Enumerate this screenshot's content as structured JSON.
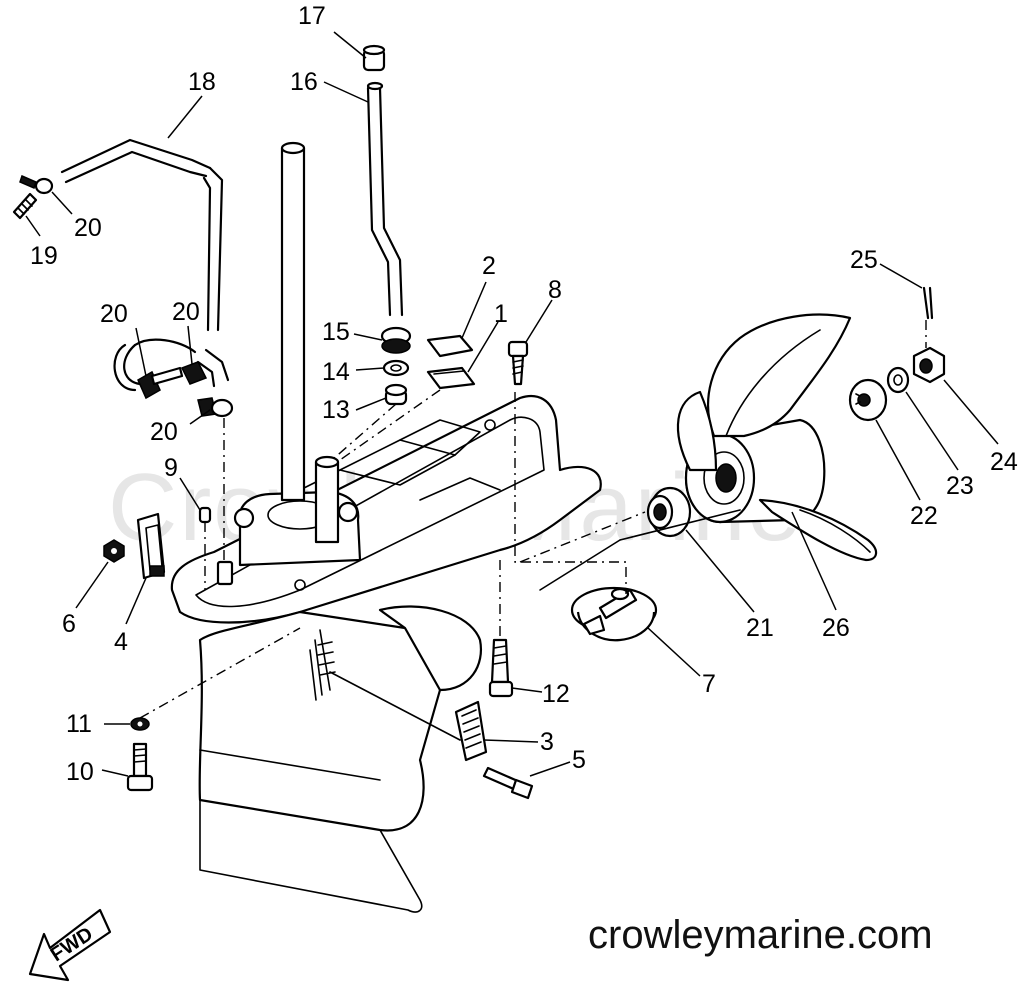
{
  "watermark": "Crowley Marine",
  "website": "crowleymarine.com",
  "direction_label": "FWD",
  "callouts": [
    {
      "id": "c17",
      "text": "17"
    },
    {
      "id": "c16",
      "text": "16"
    },
    {
      "id": "c18",
      "text": "18"
    },
    {
      "id": "c20a",
      "text": "20"
    },
    {
      "id": "c19",
      "text": "19"
    },
    {
      "id": "c2",
      "text": "2"
    },
    {
      "id": "c1",
      "text": "1"
    },
    {
      "id": "c8",
      "text": "8"
    },
    {
      "id": "c25",
      "text": "25"
    },
    {
      "id": "c20b",
      "text": "20"
    },
    {
      "id": "c20c",
      "text": "20"
    },
    {
      "id": "c15",
      "text": "15"
    },
    {
      "id": "c14",
      "text": "14"
    },
    {
      "id": "c13",
      "text": "13"
    },
    {
      "id": "c20d",
      "text": "20"
    },
    {
      "id": "c24",
      "text": "24"
    },
    {
      "id": "c9",
      "text": "9"
    },
    {
      "id": "c23",
      "text": "23"
    },
    {
      "id": "c22",
      "text": "22"
    },
    {
      "id": "c6",
      "text": "6"
    },
    {
      "id": "c4",
      "text": "4"
    },
    {
      "id": "c21",
      "text": "21"
    },
    {
      "id": "c26",
      "text": "26"
    },
    {
      "id": "c7",
      "text": "7"
    },
    {
      "id": "c12",
      "text": "12"
    },
    {
      "id": "c11",
      "text": "11"
    },
    {
      "id": "c3",
      "text": "3"
    },
    {
      "id": "c10",
      "text": "10"
    },
    {
      "id": "c5",
      "text": "5"
    }
  ]
}
